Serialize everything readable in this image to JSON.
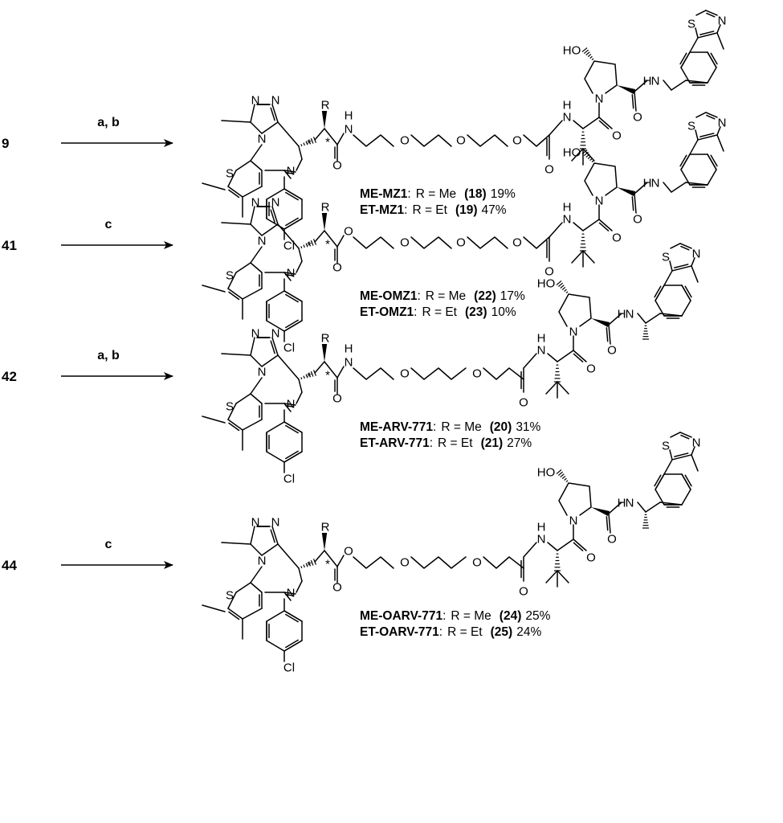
{
  "rows": [
    {
      "start": "9",
      "reagents": "a, b",
      "linkage": "amide",
      "linker": "peg3",
      "benzylic_methyl": false,
      "products": [
        {
          "name": "ME-MZ1",
          "sep": ":",
          "r": "R = Me",
          "num": "(18)",
          "yield": "19%"
        },
        {
          "name": "ET-MZ1",
          "sep": ":",
          "r": "R = Et",
          "num": "(19)",
          "yield": "47%"
        }
      ]
    },
    {
      "start": "41",
      "reagents": "c",
      "linkage": "ester",
      "linker": "peg3",
      "benzylic_methyl": false,
      "products": [
        {
          "name": "ME-OMZ1",
          "sep": ":",
          "r": "R = Me",
          "num": "(22)",
          "yield": "17%"
        },
        {
          "name": "ET-OMZ1",
          "sep": ":",
          "r": "R = Et",
          "num": "(23)",
          "yield": "10%"
        }
      ]
    },
    {
      "start": "42",
      "reagents": "a, b",
      "linkage": "amide",
      "linker": "propyl",
      "benzylic_methyl": true,
      "products": [
        {
          "name": "ME-ARV-771",
          "sep": ":",
          "r": "R = Me",
          "num": "(20)",
          "yield": "31%"
        },
        {
          "name": "ET-ARV-771",
          "sep": ":",
          "r": "R = Et",
          "num": "(21)",
          "yield": "27%"
        }
      ]
    },
    {
      "start": "44",
      "reagents": "c",
      "linkage": "ester",
      "linker": "propyl",
      "benzylic_methyl": true,
      "products": [
        {
          "name": "ME-OARV-771",
          "sep": ":",
          "r": "R = Me",
          "num": "(24)",
          "yield": "25%"
        },
        {
          "name": "ET-OARV-771",
          "sep": ":",
          "r": "R = Et",
          "num": "(25)",
          "yield": "24%"
        }
      ]
    }
  ],
  "atom_labels": {
    "N": "N",
    "S": "S",
    "O": "O",
    "H": "H",
    "HO": "HO",
    "Cl": "Cl",
    "R": "R",
    "star": "*"
  }
}
